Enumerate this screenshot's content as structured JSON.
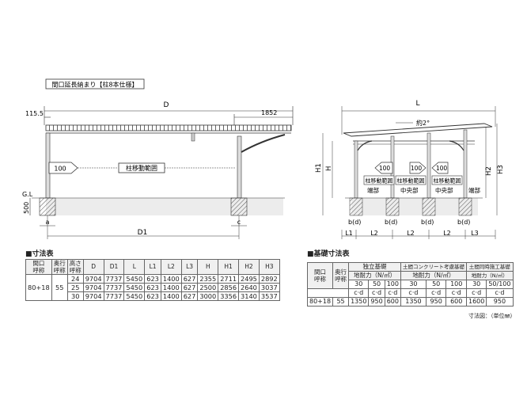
{
  "title_box": "間口延長納まり【柱8本仕様】",
  "side": {
    "dim_D": "D",
    "dim_1155": "115.5",
    "dim_1852": "1852",
    "arrow_label": "100",
    "range_label": "柱移動範囲",
    "gl": "G.L",
    "dim_500": "500",
    "dim_a": "a",
    "dim_c": "c",
    "dim_D1": "D1"
  },
  "front": {
    "dim_L": "L",
    "slope": "約2°",
    "H1": "H1",
    "H": "H",
    "H2": "H2",
    "H3": "H3",
    "arrow_label": "100",
    "range_label": "柱移動範囲",
    "end_label": "端部",
    "center_label": "中央部",
    "L1": "L1",
    "L2": "L2",
    "L3": "L3",
    "bd": "b(d)"
  },
  "dim_table": {
    "title": "■寸法表",
    "headers": [
      "間口\n呼称",
      "奥行\n呼称",
      "高さ\n呼称",
      "D",
      "D1",
      "L",
      "L1",
      "L2",
      "L3",
      "H",
      "H1",
      "H2",
      "H3"
    ],
    "col1": "80+18",
    "col2": "55",
    "rows": [
      [
        "24",
        "9704",
        "7737",
        "5450",
        "623",
        "1400",
        "627",
        "2355",
        "2711",
        "2495",
        "2892"
      ],
      [
        "25",
        "9704",
        "7737",
        "5450",
        "623",
        "1400",
        "627",
        "2500",
        "2856",
        "2640",
        "3037"
      ],
      [
        "30",
        "9704",
        "7737",
        "5450",
        "623",
        "1400",
        "627",
        "3000",
        "3356",
        "3140",
        "3537"
      ]
    ]
  },
  "found_table": {
    "title": "■基礎寸法表",
    "h_mouth": "間口\n呼称",
    "h_depth": "奥行\n呼称",
    "groups": [
      "独立基礎",
      "土間コンクリート考慮基礎",
      "土間同時施工基礎"
    ],
    "bearing": "地耐力（N/㎡）",
    "g1": [
      "30",
      "50",
      "100"
    ],
    "g2": [
      "30",
      "50",
      "100"
    ],
    "g3": [
      "30",
      "50/100"
    ],
    "cd": "c·d",
    "row_mouth": "80+18",
    "row_depth": "55",
    "values": [
      "1350",
      "950",
      "600",
      "1350",
      "950",
      "600",
      "1600",
      "950"
    ]
  },
  "unit_note": "寸法図：（単位㎜）"
}
